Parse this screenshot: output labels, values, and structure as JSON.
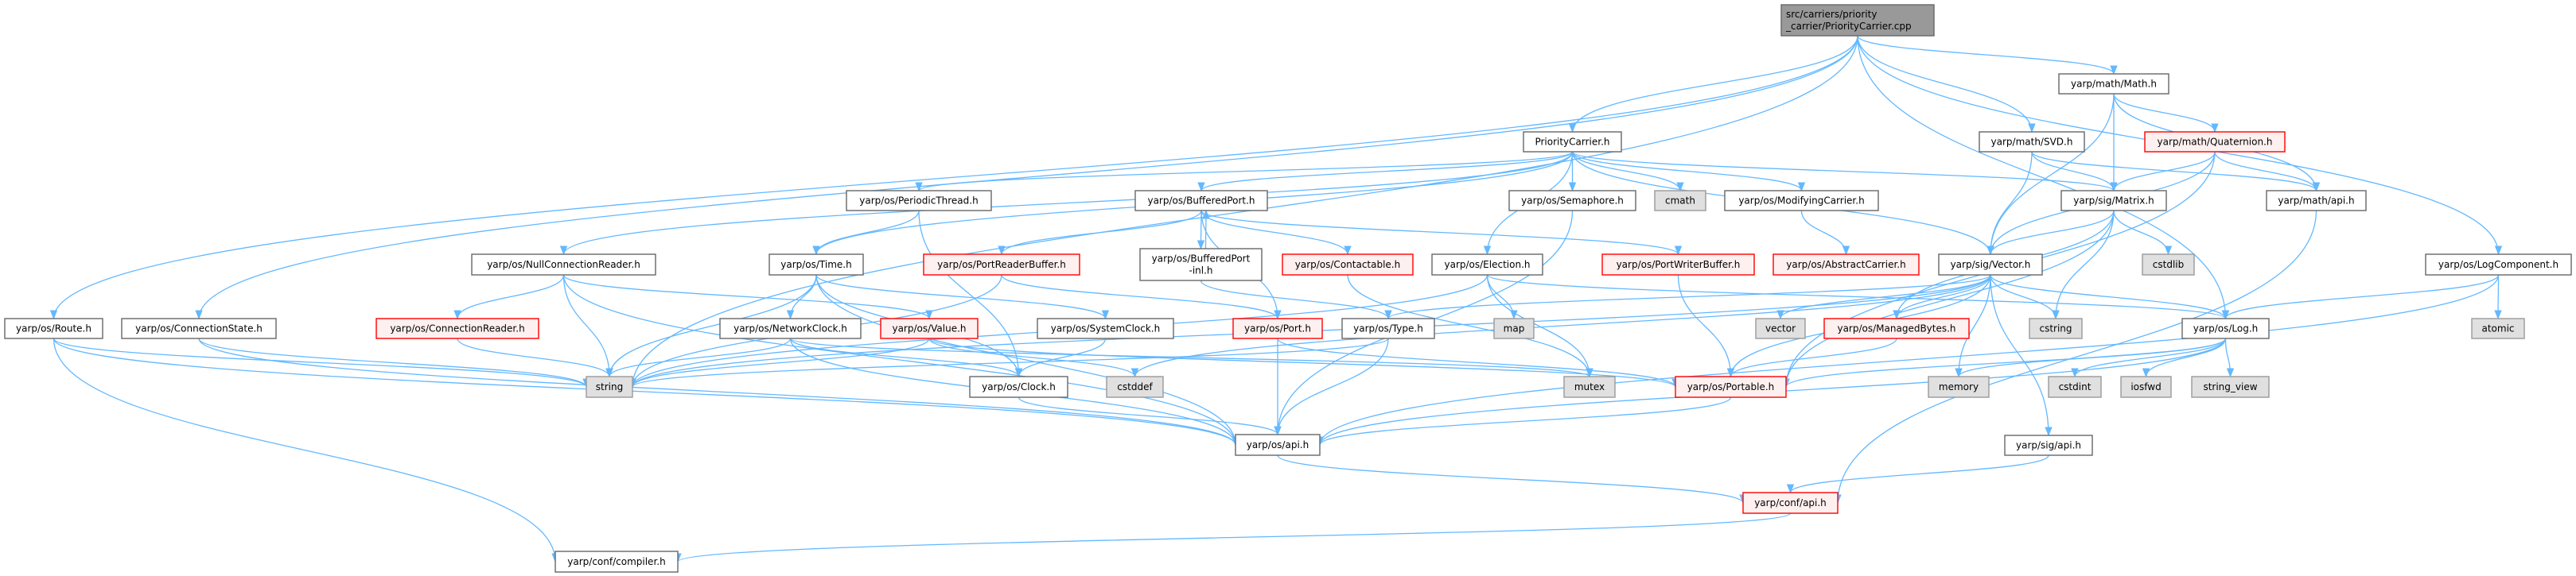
{
  "graph": {
    "edge_color": "#63B8FF",
    "nodes": [
      {
        "id": "cpp",
        "label": [
          "src/carriers/priority",
          "_carrier/PriorityCarrier.cpp"
        ],
        "style": "root"
      },
      {
        "id": "pch",
        "label": [
          "PriorityCarrier.h"
        ],
        "style": "normal"
      },
      {
        "id": "route",
        "label": [
          "yarp/os/Route.h"
        ],
        "style": "normal"
      },
      {
        "id": "cstate",
        "label": [
          "yarp/os/ConnectionState.h"
        ],
        "style": "normal"
      },
      {
        "id": "creader",
        "label": [
          "yarp/os/ConnectionReader.h"
        ],
        "style": "red"
      },
      {
        "id": "string",
        "label": [
          "string"
        ],
        "style": "gray"
      },
      {
        "id": "nullcr",
        "label": [
          "yarp/os/NullConnectionReader.h"
        ],
        "style": "normal"
      },
      {
        "id": "time",
        "label": [
          "yarp/os/Time.h"
        ],
        "style": "normal"
      },
      {
        "id": "netclock",
        "label": [
          "yarp/os/NetworkClock.h"
        ],
        "style": "normal"
      },
      {
        "id": "compiler",
        "label": [
          "yarp/conf/compiler.h"
        ],
        "style": "normal"
      },
      {
        "id": "periodic",
        "label": [
          "yarp/os/PeriodicThread.h"
        ],
        "style": "normal"
      },
      {
        "id": "bport",
        "label": [
          "yarp/os/BufferedPort.h"
        ],
        "style": "normal"
      },
      {
        "id": "sema",
        "label": [
          "yarp/os/Semaphore.h"
        ],
        "style": "normal"
      },
      {
        "id": "cmath",
        "label": [
          "cmath"
        ],
        "style": "gray"
      },
      {
        "id": "prbuf",
        "label": [
          "yarp/os/PortReaderBuffer.h"
        ],
        "style": "red"
      },
      {
        "id": "bpinl",
        "label": [
          "yarp/os/BufferedPort",
          "-inl.h"
        ],
        "style": "normal"
      },
      {
        "id": "contact",
        "label": [
          "yarp/os/Contactable.h"
        ],
        "style": "red"
      },
      {
        "id": "election",
        "label": [
          "yarp/os/Election.h"
        ],
        "style": "normal"
      },
      {
        "id": "pwbuf",
        "label": [
          "yarp/os/PortWriterBuffer.h"
        ],
        "style": "red"
      },
      {
        "id": "value",
        "label": [
          "yarp/os/Value.h"
        ],
        "style": "red"
      },
      {
        "id": "sysclock",
        "label": [
          "yarp/os/SystemClock.h"
        ],
        "style": "normal"
      },
      {
        "id": "port",
        "label": [
          "yarp/os/Port.h"
        ],
        "style": "red"
      },
      {
        "id": "type",
        "label": [
          "yarp/os/Type.h"
        ],
        "style": "normal"
      },
      {
        "id": "map",
        "label": [
          "map"
        ],
        "style": "gray"
      },
      {
        "id": "clock",
        "label": [
          "yarp/os/Clock.h"
        ],
        "style": "normal"
      },
      {
        "id": "cstddef",
        "label": [
          "cstddef"
        ],
        "style": "gray"
      },
      {
        "id": "mutex",
        "label": [
          "mutex"
        ],
        "style": "gray"
      },
      {
        "id": "osapi",
        "label": [
          "yarp/os/api.h"
        ],
        "style": "normal"
      },
      {
        "id": "math",
        "label": [
          "yarp/math/Math.h"
        ],
        "style": "normal"
      },
      {
        "id": "svd",
        "label": [
          "yarp/math/SVD.h"
        ],
        "style": "normal"
      },
      {
        "id": "quat",
        "label": [
          "yarp/math/Quaternion.h"
        ],
        "style": "red"
      },
      {
        "id": "modcar",
        "label": [
          "yarp/os/ModifyingCarrier.h"
        ],
        "style": "normal"
      },
      {
        "id": "matrix",
        "label": [
          "yarp/sig/Matrix.h"
        ],
        "style": "normal"
      },
      {
        "id": "mathapi",
        "label": [
          "yarp/math/api.h"
        ],
        "style": "normal"
      },
      {
        "id": "abscar",
        "label": [
          "yarp/os/AbstractCarrier.h"
        ],
        "style": "red"
      },
      {
        "id": "vector",
        "label": [
          "yarp/sig/Vector.h"
        ],
        "style": "normal"
      },
      {
        "id": "cstdlib",
        "label": [
          "cstdlib"
        ],
        "style": "gray"
      },
      {
        "id": "logcomp",
        "label": [
          "yarp/os/LogComponent.h"
        ],
        "style": "normal"
      },
      {
        "id": "stdvector",
        "label": [
          "vector"
        ],
        "style": "gray"
      },
      {
        "id": "mbytes",
        "label": [
          "yarp/os/ManagedBytes.h"
        ],
        "style": "red"
      },
      {
        "id": "cstring",
        "label": [
          "cstring"
        ],
        "style": "gray"
      },
      {
        "id": "log",
        "label": [
          "yarp/os/Log.h"
        ],
        "style": "normal"
      },
      {
        "id": "atomic",
        "label": [
          "atomic"
        ],
        "style": "gray"
      },
      {
        "id": "portable",
        "label": [
          "yarp/os/Portable.h"
        ],
        "style": "red"
      },
      {
        "id": "memory",
        "label": [
          "memory"
        ],
        "style": "gray"
      },
      {
        "id": "cstdint",
        "label": [
          "cstdint"
        ],
        "style": "gray"
      },
      {
        "id": "iosfwd",
        "label": [
          "iosfwd"
        ],
        "style": "gray"
      },
      {
        "id": "strview",
        "label": [
          "string_view"
        ],
        "style": "gray"
      },
      {
        "id": "sigapi",
        "label": [
          "yarp/sig/api.h"
        ],
        "style": "normal"
      },
      {
        "id": "confapi",
        "label": [
          "yarp/conf/api.h"
        ],
        "style": "red"
      }
    ],
    "edges": [
      [
        "cpp",
        "route"
      ],
      [
        "cpp",
        "cstate"
      ],
      [
        "cpp",
        "string"
      ],
      [
        "cpp",
        "pch"
      ],
      [
        "cpp",
        "svd"
      ],
      [
        "cpp",
        "math"
      ],
      [
        "cpp",
        "log"
      ],
      [
        "cpp",
        "logcomp"
      ],
      [
        "pch",
        "nullcr"
      ],
      [
        "pch",
        "time"
      ],
      [
        "pch",
        "periodic"
      ],
      [
        "pch",
        "bport"
      ],
      [
        "pch",
        "sema"
      ],
      [
        "pch",
        "cmath"
      ],
      [
        "pch",
        "election"
      ],
      [
        "pch",
        "modcar"
      ],
      [
        "pch",
        "matrix"
      ],
      [
        "pch",
        "vector"
      ],
      [
        "math",
        "vector"
      ],
      [
        "math",
        "matrix"
      ],
      [
        "math",
        "quat"
      ],
      [
        "math",
        "mathapi"
      ],
      [
        "svd",
        "vector"
      ],
      [
        "svd",
        "matrix"
      ],
      [
        "svd",
        "mathapi"
      ],
      [
        "quat",
        "vector"
      ],
      [
        "quat",
        "matrix"
      ],
      [
        "quat",
        "mathapi"
      ],
      [
        "quat",
        "portable"
      ],
      [
        "matrix",
        "vector"
      ],
      [
        "matrix",
        "mbytes"
      ],
      [
        "matrix",
        "cstdlib"
      ],
      [
        "matrix",
        "cstring"
      ],
      [
        "matrix",
        "portable"
      ],
      [
        "mathapi",
        "confapi"
      ],
      [
        "vector",
        "string"
      ],
      [
        "vector",
        "type"
      ],
      [
        "vector",
        "mbytes"
      ],
      [
        "vector",
        "stdvector"
      ],
      [
        "vector",
        "cstring"
      ],
      [
        "vector",
        "memory"
      ],
      [
        "vector",
        "log"
      ],
      [
        "vector",
        "portable"
      ],
      [
        "vector",
        "sigapi"
      ],
      [
        "vector",
        "cstddef"
      ],
      [
        "log",
        "portable"
      ],
      [
        "log",
        "memory"
      ],
      [
        "log",
        "cstdint"
      ],
      [
        "log",
        "iosfwd"
      ],
      [
        "log",
        "strview"
      ],
      [
        "log",
        "osapi"
      ],
      [
        "logcomp",
        "log"
      ],
      [
        "logcomp",
        "atomic"
      ],
      [
        "logcomp",
        "osapi"
      ],
      [
        "modcar",
        "abscar"
      ],
      [
        "pwbuf",
        "portable"
      ],
      [
        "mbytes",
        "portable"
      ],
      [
        "portable",
        "osapi"
      ],
      [
        "sigapi",
        "confapi"
      ],
      [
        "osapi",
        "confapi"
      ],
      [
        "confapi",
        "compiler"
      ],
      [
        "route",
        "string"
      ],
      [
        "route",
        "osapi"
      ],
      [
        "route",
        "compiler"
      ],
      [
        "cstate",
        "string"
      ],
      [
        "cstate",
        "osapi"
      ],
      [
        "creader",
        "string"
      ],
      [
        "nullcr",
        "string"
      ],
      [
        "nullcr",
        "creader"
      ],
      [
        "nullcr",
        "value"
      ],
      [
        "nullcr",
        "osapi"
      ],
      [
        "time",
        "string"
      ],
      [
        "time",
        "netclock"
      ],
      [
        "time",
        "sysclock"
      ],
      [
        "time",
        "clock"
      ],
      [
        "time",
        "osapi"
      ],
      [
        "netclock",
        "string"
      ],
      [
        "netclock",
        "clock"
      ],
      [
        "netclock",
        "osapi"
      ],
      [
        "netclock",
        "mutex"
      ],
      [
        "periodic",
        "time"
      ],
      [
        "periodic",
        "clock"
      ],
      [
        "bport",
        "prbuf"
      ],
      [
        "bport",
        "bpinl"
      ],
      [
        "bport",
        "contact"
      ],
      [
        "bport",
        "pwbuf"
      ],
      [
        "bport",
        "port"
      ],
      [
        "bpinl",
        "bport"
      ],
      [
        "bpinl",
        "type"
      ],
      [
        "prbuf",
        "port"
      ],
      [
        "prbuf",
        "string"
      ],
      [
        "contact",
        "mutex"
      ],
      [
        "election",
        "map"
      ],
      [
        "election",
        "mutex"
      ],
      [
        "election",
        "string"
      ],
      [
        "election",
        "log"
      ],
      [
        "sema",
        "osapi"
      ],
      [
        "value",
        "string"
      ],
      [
        "value",
        "cstddef"
      ],
      [
        "value",
        "portable"
      ],
      [
        "sysclock",
        "clock"
      ],
      [
        "clock",
        "osapi"
      ],
      [
        "port",
        "osapi"
      ],
      [
        "port",
        "portable"
      ],
      [
        "type",
        "osapi"
      ],
      [
        "type",
        "string"
      ]
    ]
  }
}
